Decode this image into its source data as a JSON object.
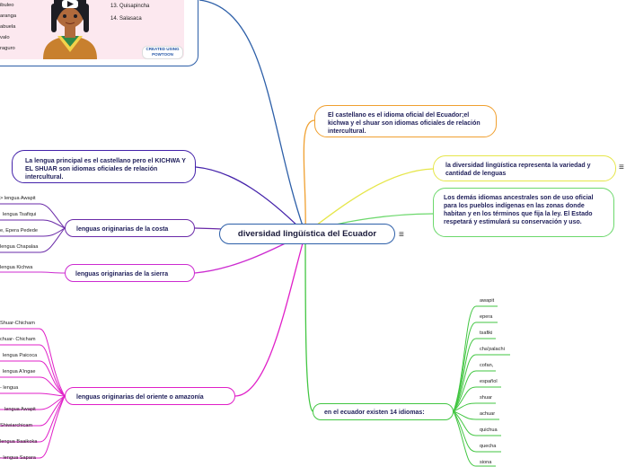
{
  "center": {
    "title": "diversidad lingüística del Ecuador",
    "menu_icon": "≡"
  },
  "right_nodes": {
    "castellano": "El castellano es el idioma oficial del Ecuador;el kichwa y el shuar son idiomas oficiales de relación intercultural.",
    "diversidad": "la diversidad lingüística representa la variedad y cantidad de lenguas",
    "demas": "Los demás idiomas ancestrales son de uso oficial para los pueblos indígenas en las zonas donde habitan y en los términos que fija la ley. El Estado respetará y estimulará su conservación y uso.",
    "catorce": "en el ecuador existen 14 idiomas:"
  },
  "idiomas": [
    "awapit",
    "epera",
    "tsafiki",
    "cha'palachi",
    "cofan,",
    "español",
    "shuar",
    "achuar",
    "quichua",
    "quecha",
    "siona"
  ],
  "left_nodes": {
    "principal": "La lengua principal es el castellano pero el KICHWA Y EL SHUAR son idiomas oficiales de relación intercultural.",
    "costa": "lenguas originarias de la costa",
    "sierra": "lenguas originarias de la sierra",
    "oriente": "lenguas originarias del oriente o amazonía"
  },
  "costa_leaves": [
    "> lengua Awapit",
    "lengua Tsafiqui",
    "e, Epera Pedede",
    "lengua Chapalaa"
  ],
  "sierra_leaves": [
    "lengua  Kichwa"
  ],
  "oriente_leaves": [
    "Shuar-Chicham",
    "chuar- Chicham",
    "lengua Paicoca",
    "lengua A'ingae",
    "- lengua",
    "lengua Awapit",
    "Shiwiarchicam",
    "lengua Baaikoka",
    "- lengua Sapara"
  ],
  "image_card": {
    "left_list": [
      "ibuleo",
      "aranga",
      "abuela",
      "valo",
      "raguro"
    ],
    "right_list": [
      "13. Quisapincha",
      "14. Salasaca"
    ],
    "logo": "CREATED USING POWTOON"
  }
}
